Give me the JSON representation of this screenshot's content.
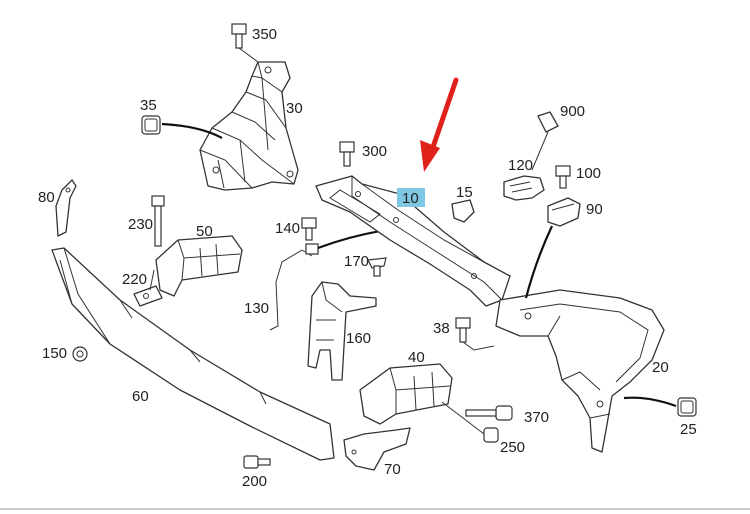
{
  "diagram": {
    "highlight_color": "#7ec8e3",
    "arrow_color": "#e0201b",
    "callouts": [
      {
        "id": "350",
        "text": "350"
      },
      {
        "id": "30",
        "text": "30"
      },
      {
        "id": "35",
        "text": "35"
      },
      {
        "id": "80",
        "text": "80"
      },
      {
        "id": "230",
        "text": "230"
      },
      {
        "id": "50",
        "text": "50"
      },
      {
        "id": "220",
        "text": "220"
      },
      {
        "id": "140",
        "text": "140"
      },
      {
        "id": "300",
        "text": "300"
      },
      {
        "id": "10",
        "text": "10"
      },
      {
        "id": "15",
        "text": "15"
      },
      {
        "id": "900",
        "text": "900"
      },
      {
        "id": "120",
        "text": "120"
      },
      {
        "id": "100",
        "text": "100"
      },
      {
        "id": "90",
        "text": "90"
      },
      {
        "id": "170",
        "text": "170"
      },
      {
        "id": "130",
        "text": "130"
      },
      {
        "id": "160",
        "text": "160"
      },
      {
        "id": "38",
        "text": "38"
      },
      {
        "id": "150",
        "text": "150"
      },
      {
        "id": "60",
        "text": "60"
      },
      {
        "id": "40",
        "text": "40"
      },
      {
        "id": "20",
        "text": "20"
      },
      {
        "id": "370",
        "text": "370"
      },
      {
        "id": "25",
        "text": "25"
      },
      {
        "id": "250",
        "text": "250"
      },
      {
        "id": "200",
        "text": "200"
      },
      {
        "id": "70",
        "text": "70"
      }
    ]
  }
}
